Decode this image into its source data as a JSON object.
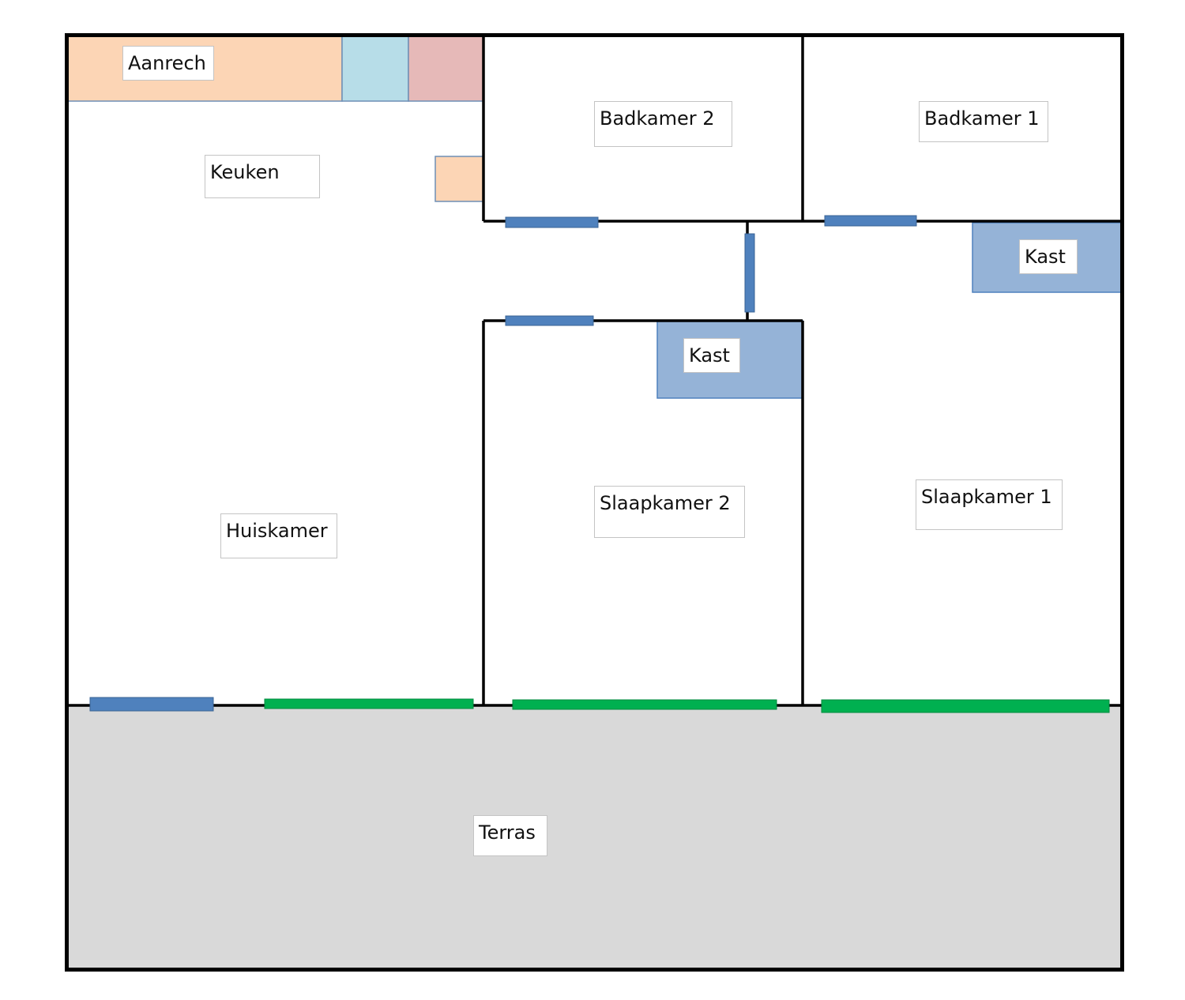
{
  "labels": {
    "aanrech": "Aanrech",
    "keuken": "Keuken",
    "badkamer_2": "Badkamer 2",
    "badkamer_1": "Badkamer 1",
    "kast_1": "Kast",
    "kast_2": "Kast",
    "huiskamer": "Huiskamer",
    "slaapkamer_2": "Slaapkamer 2",
    "slaapkamer_1": "Slaapkamer 1",
    "terras": "Terras"
  },
  "colors": {
    "wall": "#000000",
    "counter": "#fcd5b5",
    "sink": "#b7dde8",
    "stove": "#e6b9b8",
    "closet": "#95b3d7",
    "door": "#4f81bd",
    "window": "#00b050",
    "terrace": "#d9d9d9"
  }
}
